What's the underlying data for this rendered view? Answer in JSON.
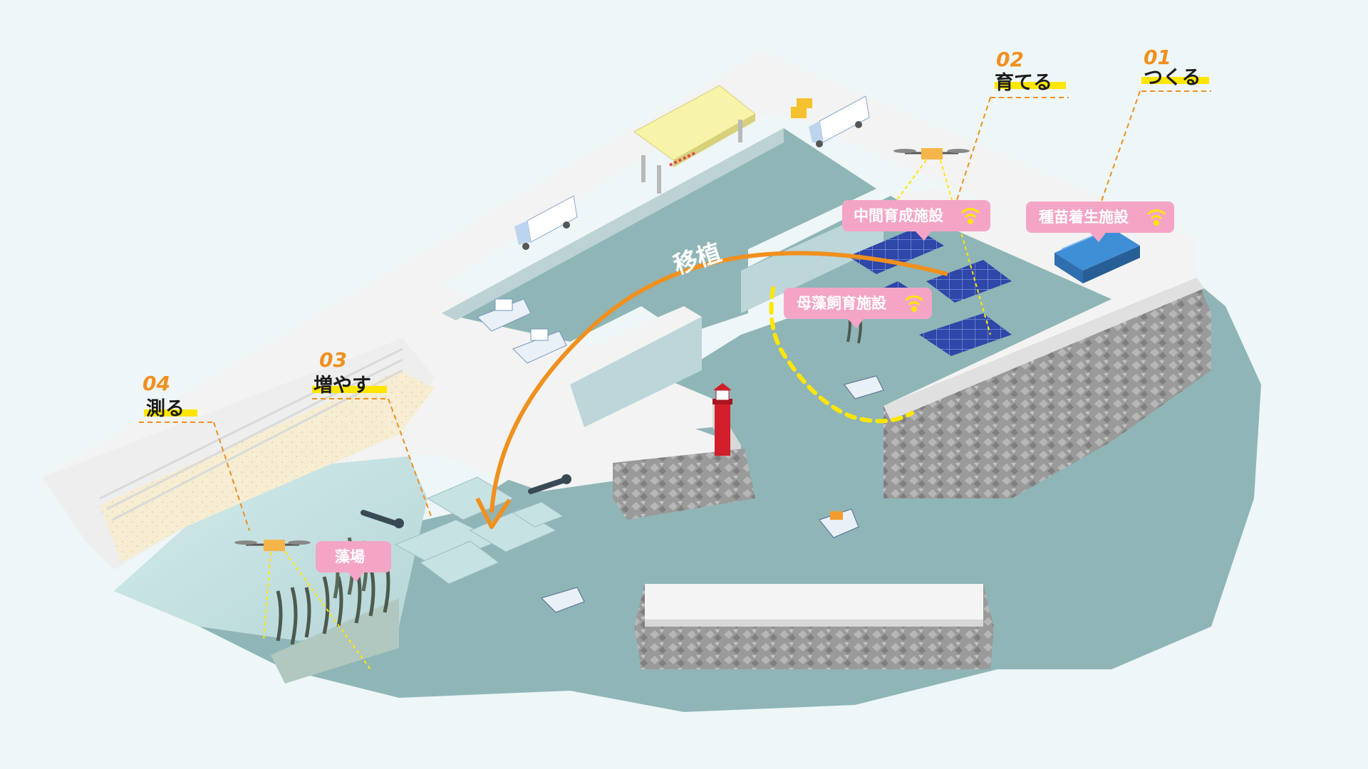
{
  "steps": [
    {
      "number": "01",
      "label": "つくる"
    },
    {
      "number": "02",
      "label": "育てる"
    },
    {
      "number": "03",
      "label": "増やす"
    },
    {
      "number": "04",
      "label": "測る"
    }
  ],
  "facilities": {
    "seedling": "種苗着生施設",
    "intermediate": "中間育成施設",
    "mother": "母藻飼育施設",
    "seaweed_bed": "藻場"
  },
  "transplant_label": "移植",
  "colors": {
    "sea": "#8fb5b7",
    "pier": "#f3f3f3",
    "accent_orange": "#f0901e",
    "bubble_pink": "#f4a5c6",
    "highlight_yellow": "#ffe600",
    "solar_blue": "#2f47a8",
    "building_blue": "#3f8fd6"
  }
}
